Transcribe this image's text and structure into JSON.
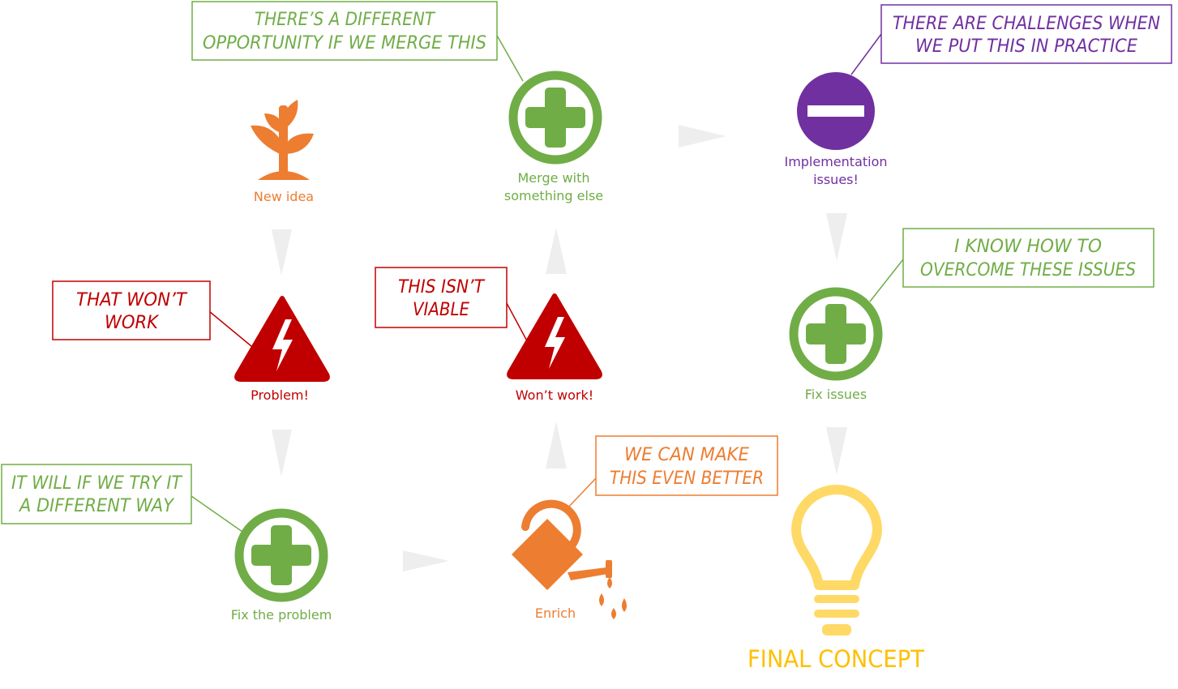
{
  "colors": {
    "green": "#70ad47",
    "orange": "#ed7d31",
    "red": "#c00000",
    "purple": "#7030a0",
    "yellow": "#ffd966",
    "arrow": "#eeeeee"
  },
  "nodes": {
    "new_idea": {
      "icon": "sprout-icon",
      "label": "New idea"
    },
    "problem": {
      "icon": "warning-bolt-icon",
      "label": "Problem!"
    },
    "fix_problem": {
      "icon": "plus-circle-icon",
      "label": "Fix the problem"
    },
    "enrich": {
      "icon": "watering-can-icon",
      "label": "Enrich"
    },
    "wont_work": {
      "icon": "warning-bolt-icon",
      "label": "Won’t work!"
    },
    "merge": {
      "icon": "plus-circle-icon",
      "label_line1": "Merge with",
      "label_line2": "something else"
    },
    "implementation": {
      "icon": "minus-circle-icon",
      "label_line1": "Implementation",
      "label_line2": "issues!"
    },
    "fix_issues": {
      "icon": "plus-circle-icon",
      "label": "Fix issues"
    },
    "final_concept": {
      "icon": "lightbulb-icon",
      "label": "FINAL CONCEPT"
    }
  },
  "callouts": {
    "merge_opportunity": {
      "line1": "THERE’S A DIFFERENT",
      "line2": "OPPORTUNITY IF WE MERGE THIS"
    },
    "challenges": {
      "line1": "THERE ARE CHALLENGES WHEN",
      "line2": "WE PUT THIS IN PRACTICE"
    },
    "wont_work": {
      "line1": "THAT WON’T",
      "line2": "WORK"
    },
    "not_viable": {
      "line1": "THIS ISN’T",
      "line2": "VIABLE"
    },
    "overcome": {
      "line1": "I KNOW HOW TO",
      "line2": "OVERCOME THESE ISSUES"
    },
    "different_way": {
      "line1": "IT WILL IF WE TRY IT",
      "line2": "A DIFFERENT WAY"
    },
    "even_better": {
      "line1": "WE CAN MAKE",
      "line2": "THIS EVEN BETTER"
    }
  }
}
